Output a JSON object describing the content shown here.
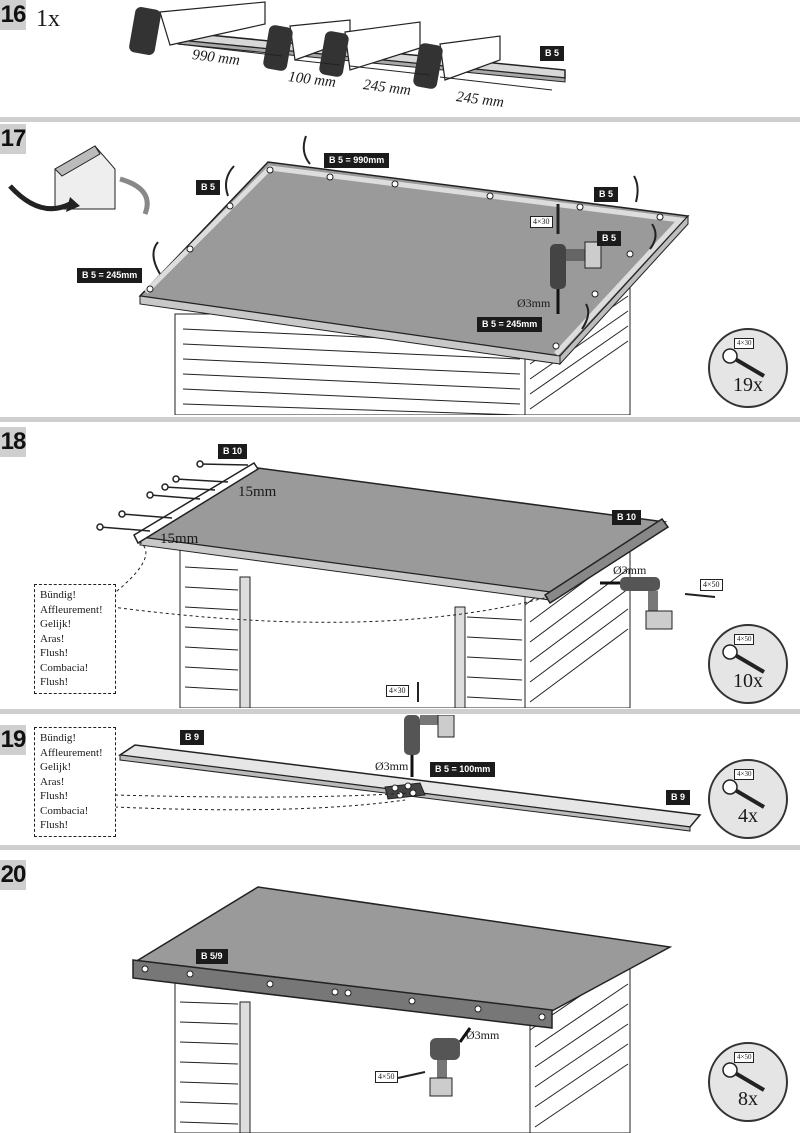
{
  "steps": [
    {
      "number": "16",
      "quantity": "1x",
      "part_label": "B 5",
      "measurements": [
        "990 mm",
        "100 mm",
        "245 mm",
        "245 mm"
      ]
    },
    {
      "number": "17",
      "labels": [
        "B 5",
        "B 5 = 990mm",
        "B 5",
        "B 5",
        "B 5 = 245mm",
        "B 5 = 245mm"
      ],
      "screw_size": "4×30",
      "drill": "Ø3mm",
      "badge": {
        "screw": "4×30",
        "count": "19x"
      }
    },
    {
      "number": "18",
      "labels": [
        "B 10",
        "B 10"
      ],
      "gaps": [
        "15mm",
        "15mm"
      ],
      "drill": "Ø3mm",
      "screw_size": "4×50",
      "screw_size_top": "4×30",
      "flush": [
        "Bündig!",
        "Affleurement!",
        "Gelijk!",
        "Aras!",
        "Flush!",
        "Combacia!",
        "Flush!"
      ],
      "badge": {
        "screw": "4×50",
        "count": "10x"
      }
    },
    {
      "number": "19",
      "labels": [
        "B 9",
        "B 5 = 100mm",
        "B 9"
      ],
      "drill": "Ø3mm",
      "flush": [
        "Bündig!",
        "Affleurement!",
        "Gelijk!",
        "Aras!",
        "Flush!",
        "Combacia!",
        "Flush!"
      ],
      "badge": {
        "screw": "4×30",
        "count": "4x"
      }
    },
    {
      "number": "20",
      "labels": [
        "B 5/9"
      ],
      "drill": "Ø3mm",
      "screw_size": "4×50",
      "badge": {
        "screw": "4×50",
        "count": "8x"
      }
    }
  ]
}
